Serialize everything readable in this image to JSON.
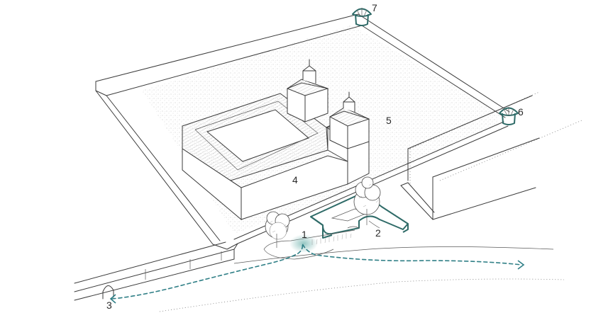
{
  "labels": {
    "n1": "1",
    "n2": "2",
    "n3": "3",
    "n4": "4",
    "n5": "5",
    "n6": "6",
    "n7": "7"
  },
  "colors": {
    "accent": "#2f6b68",
    "accent_light": "#9cc9c6",
    "path": "#2f7f86",
    "ink": "#3b3b3b"
  }
}
